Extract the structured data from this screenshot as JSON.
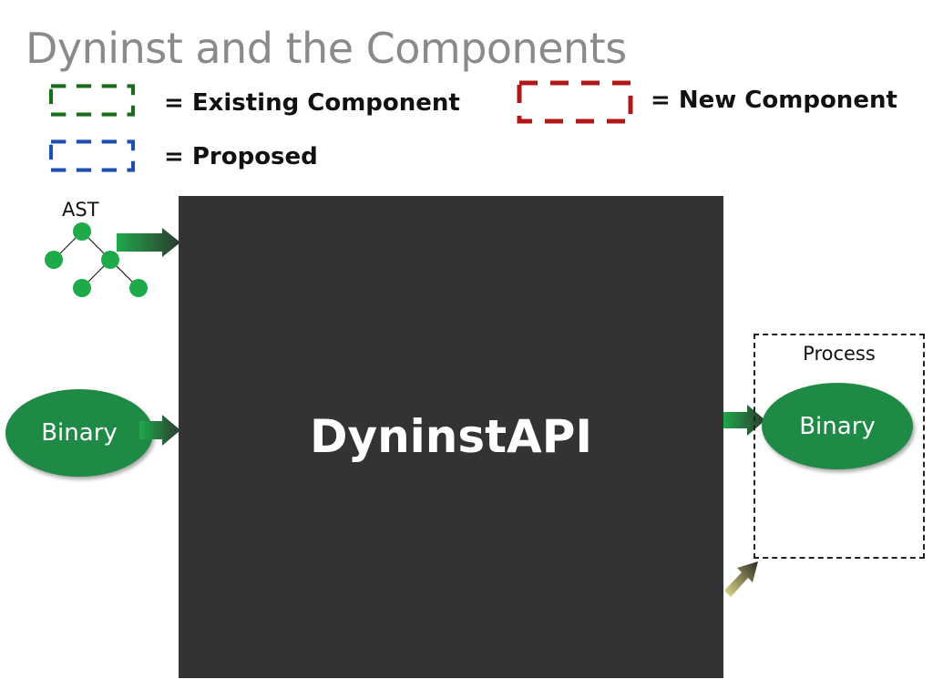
{
  "title": "Dyninst and the Components",
  "legend": {
    "existing": {
      "label": "= Existing Component",
      "color": "#1a6b1a"
    },
    "proposed": {
      "label": "= Proposed",
      "color": "#1f4fb0"
    },
    "new": {
      "label": "= New Component",
      "color": "#b01818"
    }
  },
  "main": {
    "label": "DyninstAPI",
    "color": "#333333"
  },
  "ast": {
    "label": "AST",
    "node_color": "#1faa4a"
  },
  "binary_in": {
    "label": "Binary"
  },
  "process": {
    "label": "Process",
    "binary_label": "Binary"
  },
  "colors": {
    "accent_green": "#1e8a45",
    "arrow_yellow": "#e6e08a"
  }
}
